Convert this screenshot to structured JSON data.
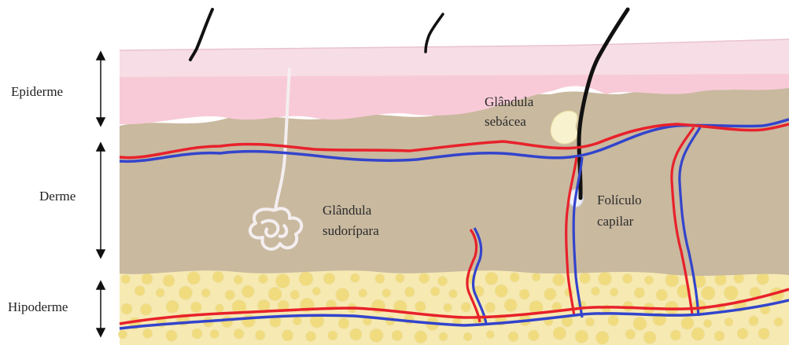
{
  "labels": {
    "epiderme": "Epiderme",
    "derme": "Derme",
    "hipoderme": "Hipoderme",
    "glandula_sebacea_line1": "Glândula",
    "glandula_sebacea_line2": "sebácea",
    "glandula_sudoripara_line1": "Glândula",
    "glandula_sudoripara_line2": "sudorípara",
    "foliculo_capilar_line1": "Folículo",
    "foliculo_capilar_line2": "capilar"
  },
  "colors": {
    "stratum_corneum": "#f7dde5",
    "epidermis": "#f8cad7",
    "dermis": "#c9b99f",
    "hypodermis": "#f6eab2",
    "fat_cells": "#f0dc7e",
    "artery": "#e8212b",
    "vein": "#3344cc",
    "hair": "#111111",
    "sweat_gland": "#f4eef0"
  }
}
